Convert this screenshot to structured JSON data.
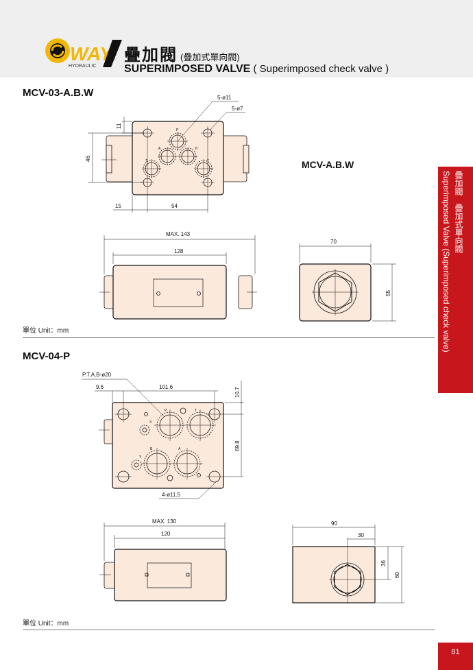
{
  "header": {
    "logo_text": "WAY",
    "logo_sub": "HYDRAULIC",
    "title_zh": "疊加閥",
    "title_zh_sub": "(疊加式單向閥)",
    "title_en_bold": "SUPERIMPOSED VALVE",
    "title_en_sub": " ( Superimposed check valve )"
  },
  "section1": {
    "title": "MCV-03-A.B.W",
    "model_label": "MCV-A.B.W",
    "dims": {
      "d11": "5-ø11",
      "d7": "5-ø7",
      "h11": "11",
      "h46": "46",
      "w15": "15",
      "w54": "54",
      "max": "MAX. 143",
      "w128": "128",
      "w70": "70",
      "h55": "55"
    },
    "ports": {
      "p": "P",
      "a": "A",
      "b": "B",
      "t1": "T",
      "t2": "T"
    },
    "unit": "單位 Unit：mm"
  },
  "section2": {
    "title": "MCV-04-P",
    "dims": {
      "ports": "P.T.A.B-ø20",
      "w96": "9.6",
      "w1016": "101.6",
      "h107": "10.7",
      "h698": "69.8",
      "holes": "4-ø11.5",
      "max": "MAX. 130",
      "w120": "120",
      "w90": "90",
      "w30": "30",
      "h36": "36",
      "h60": "60"
    },
    "ports": {
      "p": "P",
      "t": "T",
      "a": "A",
      "b": "B",
      "x": "X",
      "y": "Y"
    },
    "unit": "單位 Unit：mm"
  },
  "side_tab": {
    "line1": "疊加閥　疊加式單向閥",
    "line2": "Superimposed Valve (Superimposed check valve)"
  },
  "page_number": "81",
  "colors": {
    "accent": "#c8161d",
    "body_fill": "#fbe9dc",
    "logo_yellow": "#f2b705"
  }
}
